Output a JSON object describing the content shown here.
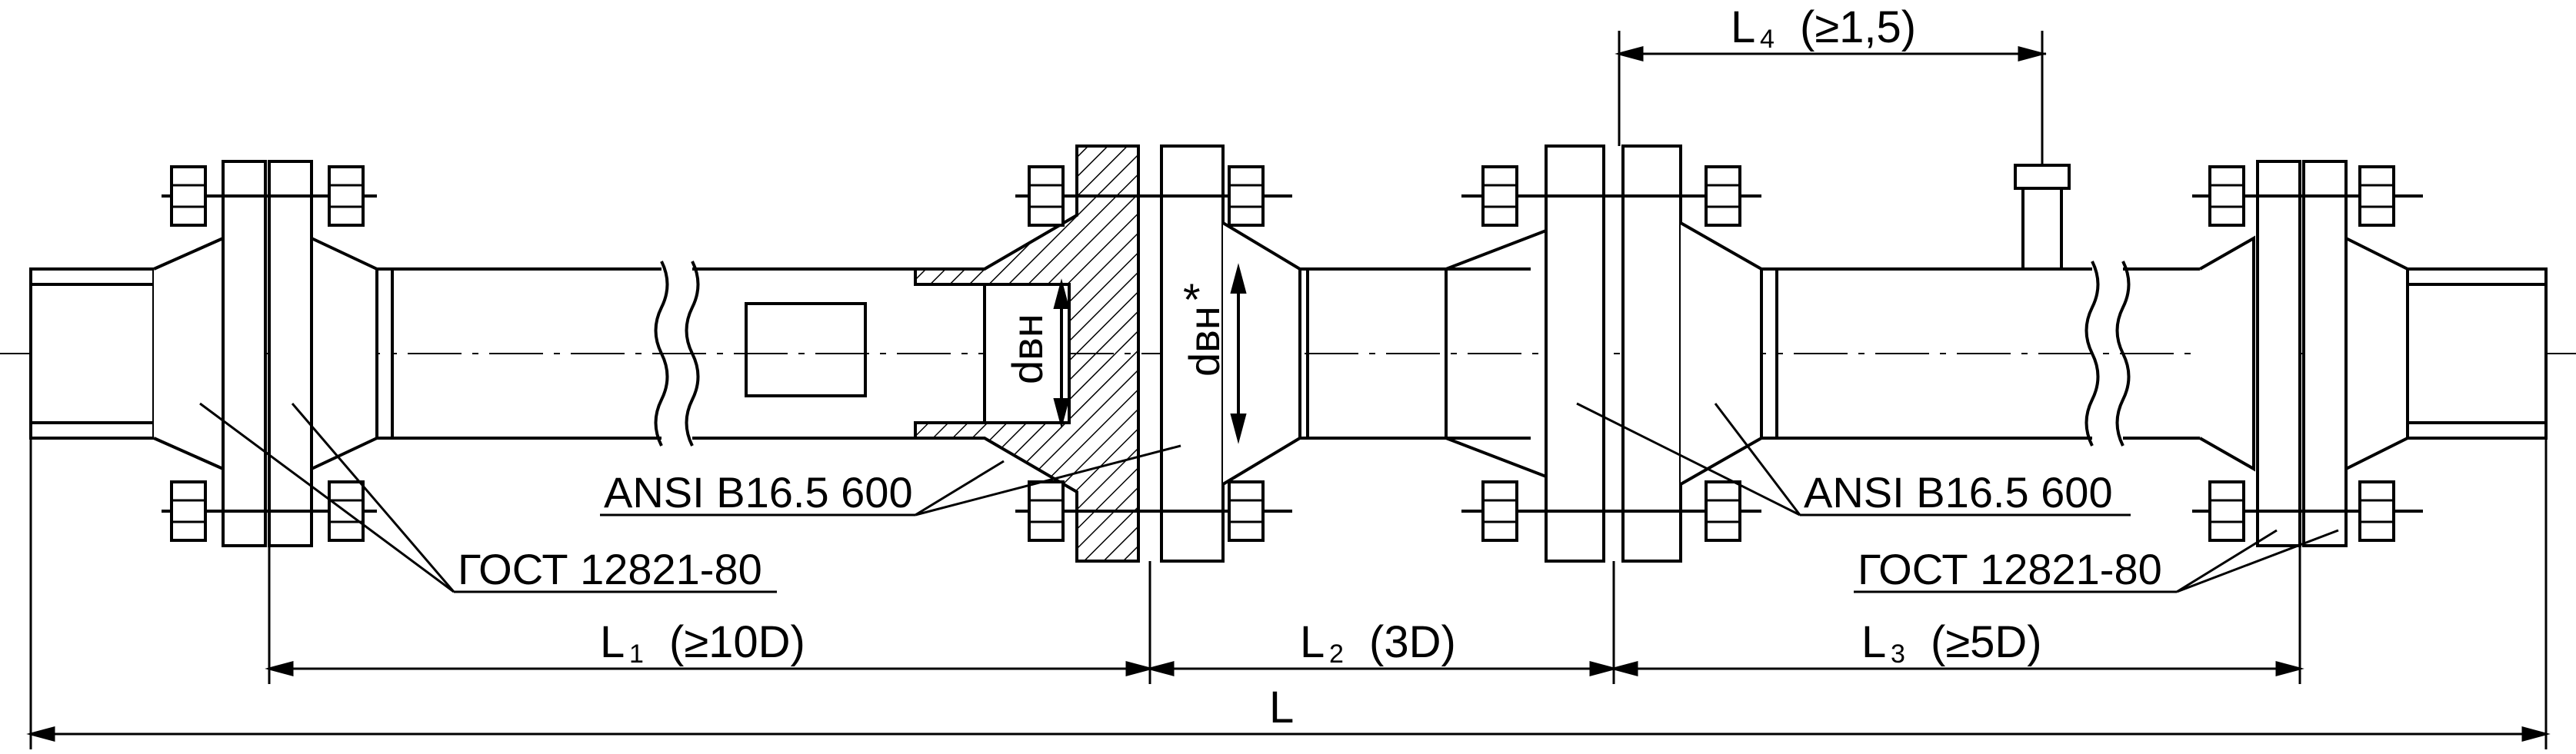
{
  "labels": {
    "l4": "L",
    "l4_sub": "4",
    "l4_val": "(≥1,5)",
    "l1": "L",
    "l1_sub": "1",
    "l1_val": "(≥10D)",
    "l2": "L",
    "l2_sub": "2",
    "l2_val": "(3D)",
    "l3": "L",
    "l3_sub": "3",
    "l3_val": "(≥5D)",
    "total": "L",
    "ansi_left": "ANSI B16.5 600",
    "ansi_right": "ANSI B16.5 600",
    "gost_left": "ГОСТ 12821-80",
    "gost_right": "ГОСТ 12821-80",
    "d_inner": "dвн",
    "d_inner_star": "dвн",
    "star": "*"
  },
  "colors": {
    "line": "#000000",
    "background": "#ffffff"
  }
}
